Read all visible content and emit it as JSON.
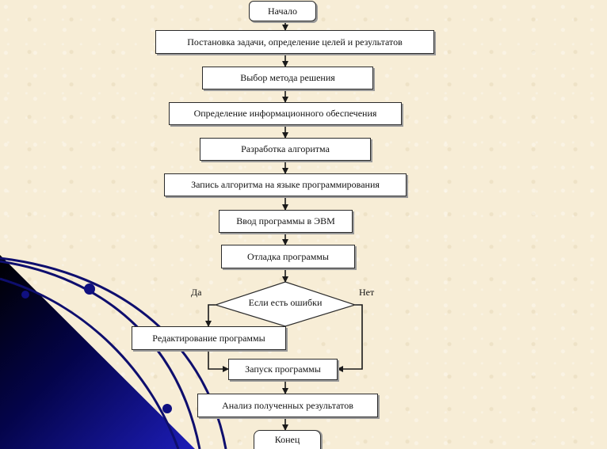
{
  "flowchart": {
    "start": "Начало",
    "problem_statement": "Постановка задачи, определение целей и результатов",
    "method_choice": "Выбор метода решения",
    "info_support": "Определение информационного обеспечения",
    "algorithm_dev": "Разработка алгоритма",
    "algorithm_coding": "Запись алгоритма на языке программирования",
    "program_input": "Ввод программы в ЭВМ",
    "debugging": "Отладка программы",
    "decision": "Если есть ошибки",
    "branch_yes": "Да",
    "branch_no": "Нет",
    "editing": "Редактирование программы",
    "run_program": "Запуск программы",
    "results_analysis": "Анализ полученных результатов",
    "end": "Конец"
  },
  "colors": {
    "background": "#f7edd6",
    "node_fill": "#ffffff",
    "node_border": "#2b2b2b",
    "decoration_navy": "#0a0a5c"
  }
}
